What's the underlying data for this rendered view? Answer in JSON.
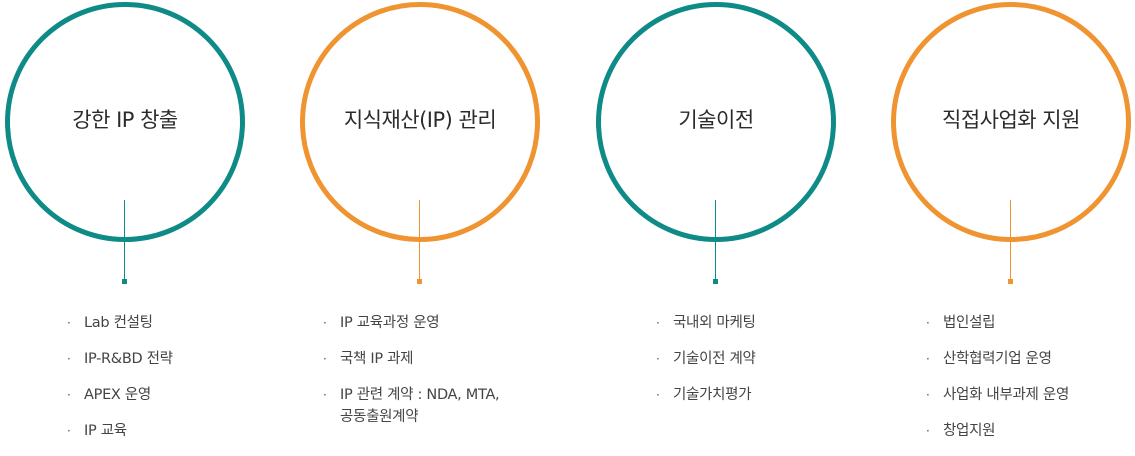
{
  "colors": {
    "teal": "#0e8a87",
    "orange": "#ef9430"
  },
  "columns": [
    {
      "title": "강한 IP 창출",
      "accent": "#0e8a87",
      "items": [
        "Lab 컨설팅",
        "IP-R&BD 전략",
        "APEX 운영",
        "IP  교육"
      ]
    },
    {
      "title": "지식재산(IP) 관리",
      "accent": "#ef9430",
      "items": [
        "IP 교육과정 운영",
        "국책 IP 과제",
        "IP 관련 계약 : NDA, MTA,\n공동출원계약"
      ]
    },
    {
      "title": "기술이전",
      "accent": "#0e8a87",
      "items": [
        "국내외 마케팅",
        "기술이전 계약",
        "기술가치평가"
      ]
    },
    {
      "title": "직접사업화 지원",
      "accent": "#ef9430",
      "items": [
        "법인설립",
        "산학협력기업 운영",
        "사업화 내부과제 운영",
        "창업지원"
      ]
    }
  ],
  "bullet_char": "·"
}
